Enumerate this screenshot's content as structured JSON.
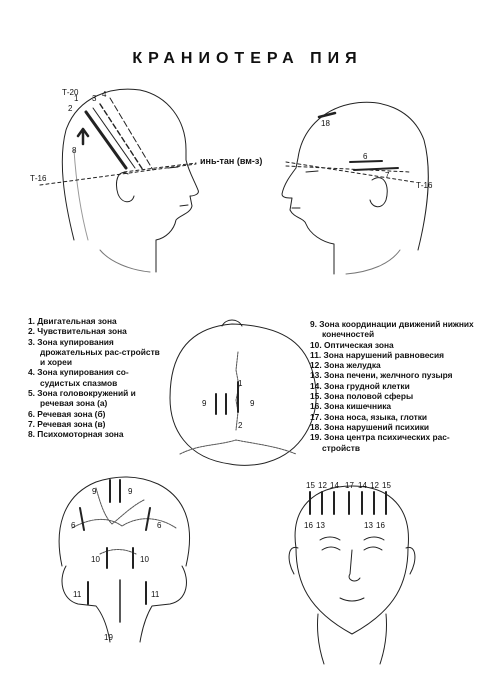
{
  "title": "КРАНИОТЕРА ПИЯ",
  "head_left": {
    "labels": {
      "t20": "Т-20",
      "n1": "1",
      "n2": "2",
      "n3": "3",
      "n4": "4",
      "n8": "8",
      "t16": "Т-16"
    }
  },
  "head_right": {
    "labels": {
      "yintang": "инь-тан (вм-з)",
      "n18": "18",
      "n6": "6",
      "n7": "7",
      "t16": "Т-16"
    }
  },
  "legend_left": [
    "1. Двигательная зона",
    "2. Чувствительная зона",
    "3. Зона купирования дрожательных рас-стройств и хореи",
    "4. Зона купирования со-судистых спазмов",
    "5. Зона головокружений и речевая зона (а)",
    "6. Речевая зона (б)",
    "7. Речевая зона (в)",
    "8. Психомоторная зона"
  ],
  "legend_right": [
    "9. Зона координации движений нижних конечностей",
    "10. Оптическая зона",
    "11. Зона нарушений равновесия",
    "12. Зона желудка",
    "13. Зона печени, желчного пузыря",
    "14. Зона грудной клетки",
    "15. Зона половой сферы",
    "16. Зона кишечника",
    "17. Зона носа, языка, глотки",
    "18. Зона нарушений психики",
    "19. Зона центра психических рас-стройств"
  ],
  "top_view": {
    "labels": {
      "n9l": "9",
      "n9r": "9",
      "n1": "1",
      "n2": "2"
    }
  },
  "back_view": {
    "labels": {
      "n9l": "9",
      "n9r": "9",
      "n6l": "6",
      "n6r": "6",
      "n10l": "10",
      "n10r": "10",
      "n11l": "11",
      "n11r": "11",
      "n19": "19"
    }
  },
  "front_view": {
    "top_numbers": [
      "15",
      "12",
      "14",
      "17",
      "14",
      "12",
      "15"
    ],
    "bottom_numbers": [
      "16",
      "13",
      "13",
      "16"
    ]
  }
}
